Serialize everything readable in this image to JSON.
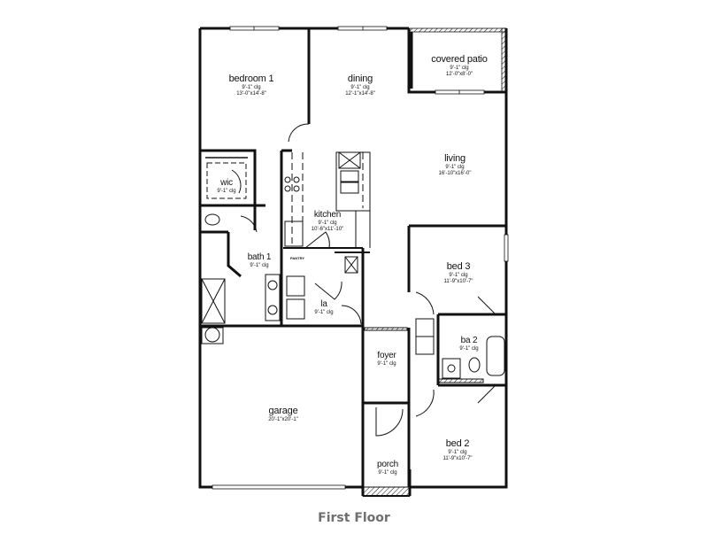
{
  "title": "First Floor",
  "colors": {
    "wall": "#111111",
    "caption": "#6e6e6e",
    "background": "#ffffff"
  },
  "rooms": {
    "bedroom1": {
      "name": "bedroom 1",
      "clg": "9'-1\" clg",
      "dim": "13'-0\"x14'-8\""
    },
    "dining": {
      "name": "dining",
      "clg": "9'-1\" clg",
      "dim": "12'-1\"x14'-8\""
    },
    "covered_patio": {
      "name": "covered patio",
      "clg": "9'-1\" clg",
      "dim": "12'-0\"x8'-0\""
    },
    "living": {
      "name": "living",
      "clg": "9'-1\" clg",
      "dim": "16'-10\"x16'-0\""
    },
    "wic": {
      "name": "wic",
      "clg": "9'-1\" clg"
    },
    "kitchen": {
      "name": "kitchen",
      "clg": "9'-1\" clg",
      "dim": "10'-6\"x11'-10\""
    },
    "pantry": {
      "name": "PANTRY"
    },
    "bath1": {
      "name": "bath 1",
      "clg": "9'-1\" clg"
    },
    "la": {
      "name": "la",
      "clg": "9'-1\" clg"
    },
    "bed3": {
      "name": "bed 3",
      "clg": "9'-1\" clg",
      "dim": "11'-9\"x10'-7\""
    },
    "ba2": {
      "name": "ba 2",
      "clg": "9'-1\" clg"
    },
    "foyer": {
      "name": "foyer",
      "clg": "9'-1\" clg"
    },
    "garage": {
      "name": "garage",
      "dim": "20'-1\"x20'-1\""
    },
    "bed2": {
      "name": "bed 2",
      "clg": "9'-1\" clg",
      "dim": "11'-9\"x10'-7\""
    },
    "porch": {
      "name": "porch",
      "clg": "9'-1\" clg"
    }
  }
}
